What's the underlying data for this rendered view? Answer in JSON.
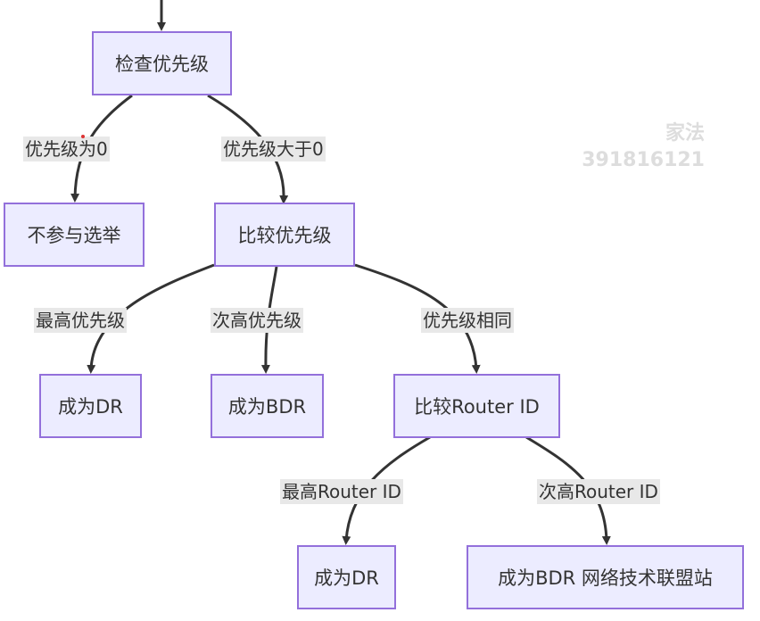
{
  "nodes": {
    "check_priority": "检查优先级",
    "not_participate": "不参与选举",
    "compare_priority": "比较优先级",
    "become_dr_1": "成为DR",
    "become_bdr_1": "成为BDR",
    "compare_router_id": "比较Router ID",
    "become_dr_2": "成为DR",
    "become_bdr_2": "成为BDR 网络技术联盟站"
  },
  "edges": {
    "priority_zero": "优先级为0",
    "priority_gt_zero": "优先级大于0",
    "highest_priority": "最高优先级",
    "second_priority": "次高优先级",
    "same_priority": "优先级相同",
    "highest_router_id": "最高Router ID",
    "second_router_id": "次高Router ID"
  },
  "watermark": {
    "line1": "家法",
    "line2": "391816121"
  },
  "colors": {
    "node_fill": "#ececff",
    "node_border": "#9370db",
    "edge": "#333333",
    "label_bg": "#e8e8e8"
  }
}
